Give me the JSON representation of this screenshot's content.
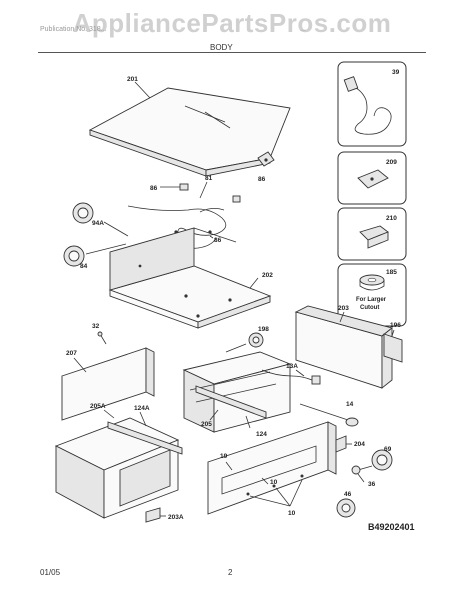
{
  "watermark": "AppliancePartsPros.com",
  "header": {
    "left_faint": "Publication No. 318...",
    "right_faint": "...",
    "title": "BODY"
  },
  "footer": {
    "date": "01/05",
    "page": "2"
  },
  "figure_id": "B49202401",
  "inset_note": "For Larger\nCutout",
  "labels": {
    "p201": "201",
    "p39": "39",
    "p86a": "86",
    "p81": "81",
    "p86b": "86",
    "p209": "209",
    "p94a": "94A",
    "p86c": "86",
    "p210": "210",
    "p84": "84",
    "p202": "202",
    "p185": "185",
    "p203": "203",
    "p32": "32",
    "p198": "198",
    "p196": "196",
    "p207": "207",
    "p13a": "13A",
    "p205a": "205A",
    "p124a": "124A",
    "p14": "14",
    "p205": "205",
    "p124": "124",
    "p204": "204",
    "p19": "19",
    "p69": "69",
    "p10a": "10",
    "p36": "36",
    "p10b": "10",
    "p46": "46",
    "p203a": "203A"
  }
}
